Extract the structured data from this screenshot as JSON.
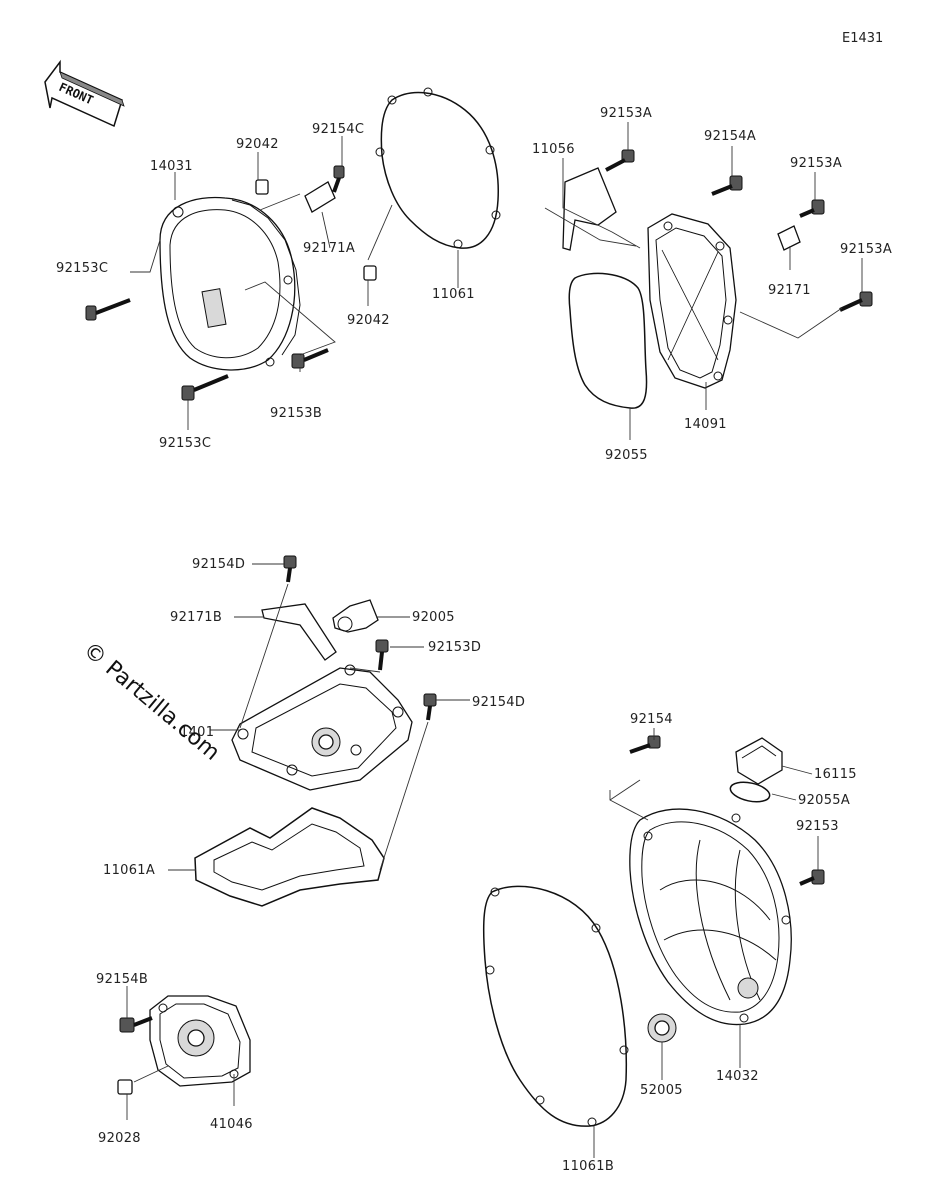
{
  "diagram_id": "E1431",
  "front_label": "FRONT",
  "watermark": "© Partzilla.com",
  "labels": {
    "l14031": "14031",
    "l92042a": "92042",
    "l92154C": "92154C",
    "l92153C_a": "92153C",
    "l92171A": "92171A",
    "l92042b": "92042",
    "l11061": "11061",
    "l92153B": "92153B",
    "l92153C_b": "92153C",
    "l11056": "11056",
    "l92153A_a": "92153A",
    "l92154A": "92154A",
    "l92153A_b": "92153A",
    "l92153A_c": "92153A",
    "l92171": "92171",
    "l14091": "14091",
    "l92055": "92055",
    "l92154D_a": "92154D",
    "l92171B": "92171B",
    "l92005": "92005",
    "l92153D": "92153D",
    "l92154D_b": "92154D",
    "l1401x": "1401",
    "l11061A": "11061A",
    "l92154": "92154",
    "l16115": "16115",
    "l92055A": "92055A",
    "l92153": "92153",
    "l92154B": "92154B",
    "l92028": "92028",
    "l41046": "41046",
    "l11061B": "11061B",
    "l52005": "52005",
    "l14032": "14032"
  }
}
